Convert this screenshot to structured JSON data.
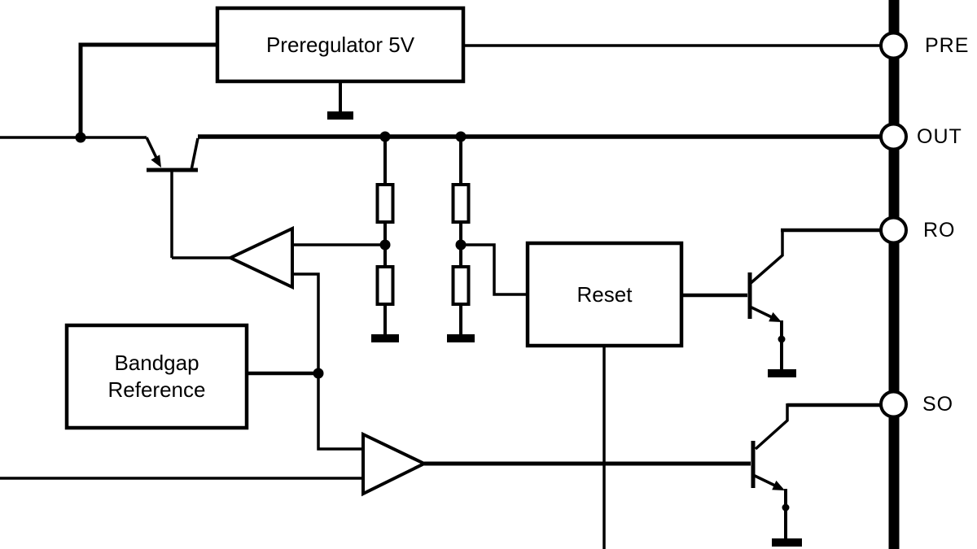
{
  "blocks": {
    "preregulator": {
      "label": "Preregulator 5V"
    },
    "bandgap": {
      "label_line1": "Bandgap",
      "label_line2": "Reference"
    },
    "reset": {
      "label": "Reset"
    }
  },
  "pins": {
    "pre": {
      "label": "PRE"
    },
    "out": {
      "label": "OUT"
    },
    "ro": {
      "label": "RO"
    },
    "so": {
      "label": "SO"
    }
  },
  "colors": {
    "line": "#000000",
    "background": "#ffffff",
    "shape_fill": "#ffffff"
  }
}
